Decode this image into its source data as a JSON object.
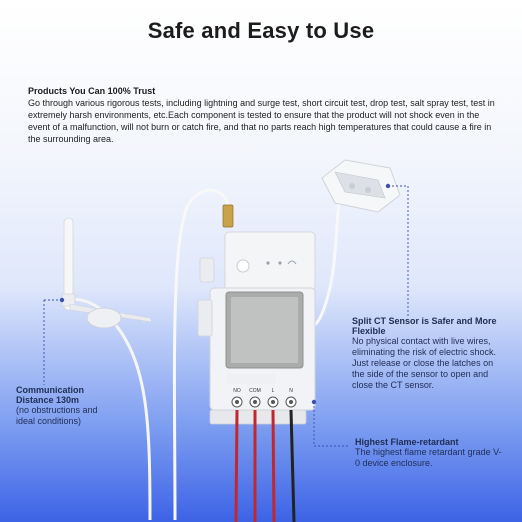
{
  "headline": "Safe and Easy to Use",
  "trust": {
    "title": "Products You Can 100% Trust",
    "body": "Go through various rigorous tests, including lightning and surge test, short circuit test, drop test, salt spray test, test in extremely harsh environments, etc.Each component is tested to ensure that the product will not shock even in the event of a malfunction, will not burn or catch fire, and that no parts reach high temperatures that could cause a fire in the surrounding area."
  },
  "callouts": {
    "ct_sensor": {
      "title": "Split CT Sensor is Safer and More Flexible",
      "body": "No physical contact with live wires, eliminating the risk of electric shock. Just release or close the latches on the side of the sensor to open and close the CT sensor."
    },
    "communication": {
      "title": "Communication Distance 130m",
      "note": "(no obstructions and ideal conditions)"
    },
    "flame": {
      "title": "Highest Flame-retardant",
      "body": "The highest flame retardant grade V-0 device enclosure."
    }
  },
  "device": {
    "terminal_labels": [
      "NO",
      "COM",
      "L",
      "N"
    ]
  },
  "colors": {
    "callout_line": "#3a4fb0",
    "wire_red": "#c0282e",
    "wire_black": "#222222"
  }
}
